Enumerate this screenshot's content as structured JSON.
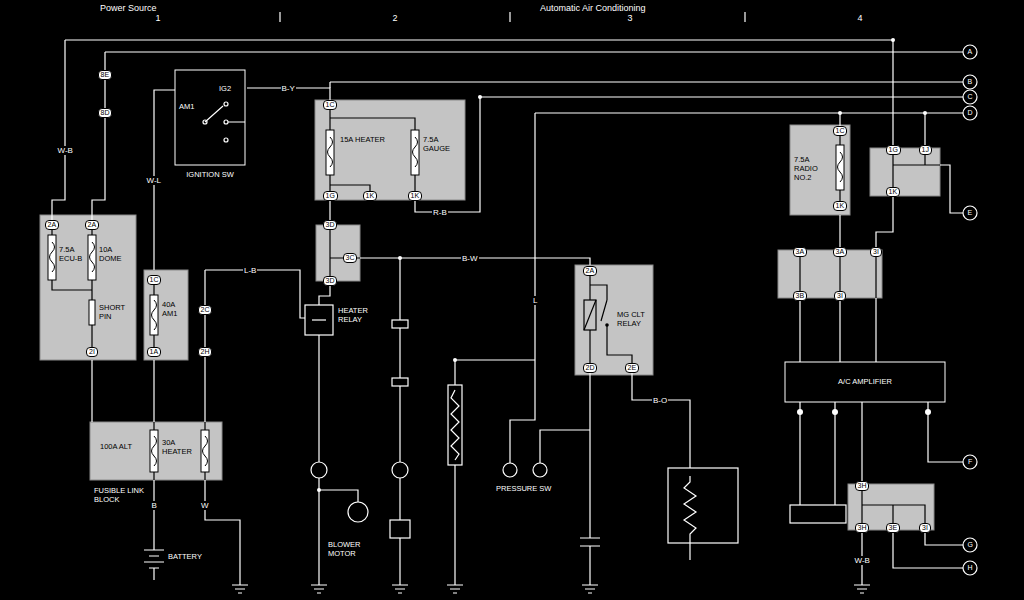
{
  "diagram": {
    "title": "Automatic Air Conditioning",
    "nodes": [
      {
        "text": [
          "AM1",
          "IG2",
          "IGNITION SW"
        ]
      },
      {
        "text": [
          "15A HEATER",
          "7.5A GAUGE"
        ]
      },
      {
        "text": [
          "7.5A RADIO NO.2"
        ]
      },
      {
        "text": [
          "1G",
          "1J",
          "1K"
        ]
      },
      {
        "text": [
          "7.5A ECU-B",
          "10A DOME",
          "SHORT PIN"
        ]
      },
      {
        "text": [
          "3D",
          "3C",
          "3D"
        ]
      },
      {
        "text": [
          "3A",
          "3A",
          "3I",
          "3B",
          "3I"
        ]
      },
      {
        "text": [
          "MG CLT RELAY"
        ]
      },
      {
        "text": [
          "40A AM1"
        ]
      },
      {
        "text": [
          "A/C AMPLIFIER"
        ]
      },
      {
        "text": [
          "100A ALT",
          "30A HEATER"
        ]
      },
      {
        "text": [
          "3H",
          "3H",
          "3E",
          "3I"
        ]
      },
      {
        "text": [
          "BATTERY"
        ]
      }
    ],
    "edges": [
      {
        "from": 8,
        "to": 0,
        "arrow": "none"
      },
      {
        "from": 0,
        "to": 1,
        "label": "B-Y",
        "arrow": "none"
      },
      {
        "from": 1,
        "to": 5,
        "arrow": "none"
      },
      {
        "from": 5,
        "to": 7,
        "label": "B-W",
        "arrow": "none"
      },
      {
        "from": 2,
        "to": 6,
        "arrow": "none"
      },
      {
        "from": 3,
        "to": 6,
        "arrow": "none"
      },
      {
        "from": 4,
        "to": 10,
        "arrow": "none"
      },
      {
        "from": 8,
        "to": 10,
        "arrow": "none"
      },
      {
        "from": 12,
        "to": 10,
        "arrow": "none"
      },
      {
        "from": 6,
        "to": 9,
        "arrow": "none"
      },
      {
        "from": 6,
        "to": 9,
        "arrow": "none"
      },
      {
        "from": 6,
        "to": 9,
        "arrow": "none"
      },
      {
        "from": 9,
        "to": 11,
        "arrow": "none"
      }
    ],
    "labels": [
      "Power Source",
      "1",
      "2",
      "3",
      "4",
      "A",
      "B",
      "C",
      "D",
      "E",
      "F",
      "G",
      "H",
      "8E",
      "8D",
      "2A",
      "2A",
      "2I",
      "1C",
      "1A",
      "2C",
      "2H",
      "1C",
      "1G",
      "1K",
      "1K",
      "2A",
      "2D",
      "2E",
      "1C",
      "1K",
      "W-B",
      "W-L",
      "R-B",
      "L-B",
      "B",
      "W",
      "L",
      "B-O",
      "W-B",
      "FUSIBLE LINK BLOCK",
      "HEATER RELAY",
      "BLOWER MOTOR",
      "PRESSURE SW"
    ]
  }
}
